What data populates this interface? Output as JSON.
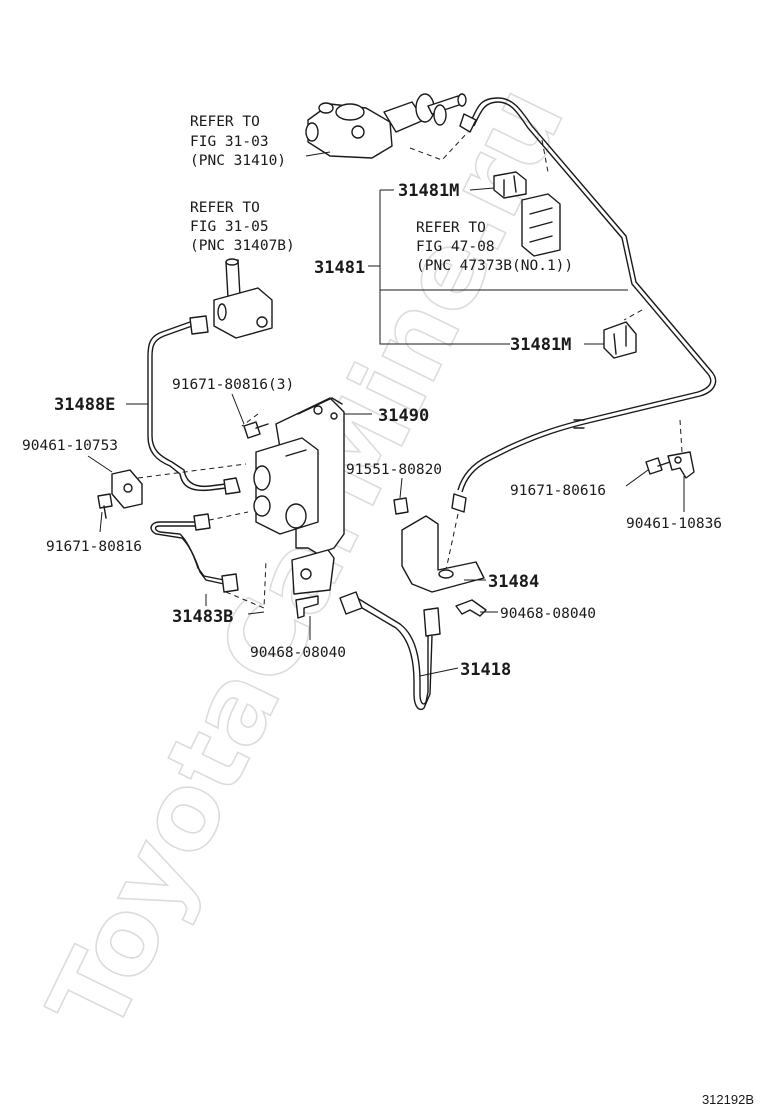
{
  "watermark": "ToyotaCarMine.ru",
  "figure_id": "312192B",
  "references": [
    {
      "line1": "REFER TO",
      "line2": "FIG 31-03",
      "line3": "(PNC 31410)"
    },
    {
      "line1": "REFER TO",
      "line2": "FIG 31-05",
      "line3": "(PNC 31407B)"
    },
    {
      "line1": "REFER TO",
      "line2": "FIG 47-08",
      "line3": "(PNC 47373B(NO.1))"
    }
  ],
  "parts": {
    "p31481": "31481",
    "p31481m_top": "31481M",
    "p31481m_bottom": "31481M",
    "p31488e": "31488E",
    "p31490": "31490",
    "p91671_80816_3": "91671-80816(3)",
    "p90461_10753": "90461-10753",
    "p91671_80816": "91671-80816",
    "p91551_80820": "91551-80820",
    "p91671_80616": "91671-80616",
    "p90461_10836": "90461-10836",
    "p31484": "31484",
    "p90468_08040_right": "90468-08040",
    "p31483b": "31483B",
    "p90468_08040_bottom": "90468-08040",
    "p31418": "31418"
  }
}
